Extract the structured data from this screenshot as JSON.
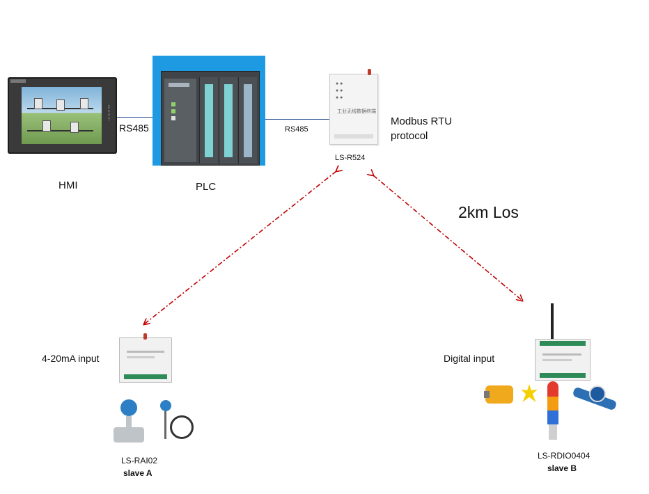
{
  "devices": {
    "hmi": {
      "label": "HMI"
    },
    "plc": {
      "label": "PLC"
    },
    "master_radio": {
      "label": "LS-R524",
      "panel_text": "工业无线数据终端"
    },
    "slave_a": {
      "model": "LS-RAI02",
      "role": "slave A",
      "io_label": "4-20mA input"
    },
    "slave_b": {
      "model": "LS-RDIO0404",
      "role": "slave B",
      "io_label": "Digital input"
    }
  },
  "links": {
    "hmi_plc": "RS485",
    "plc_radio": "RS485",
    "protocol_line1": "Modbus RTU",
    "protocol_line2": "protocol",
    "range": "2km Los"
  },
  "colors": {
    "wired_link": "#2f5597",
    "wireless_link": "#c00000",
    "plc_background": "#1e9ae3"
  }
}
